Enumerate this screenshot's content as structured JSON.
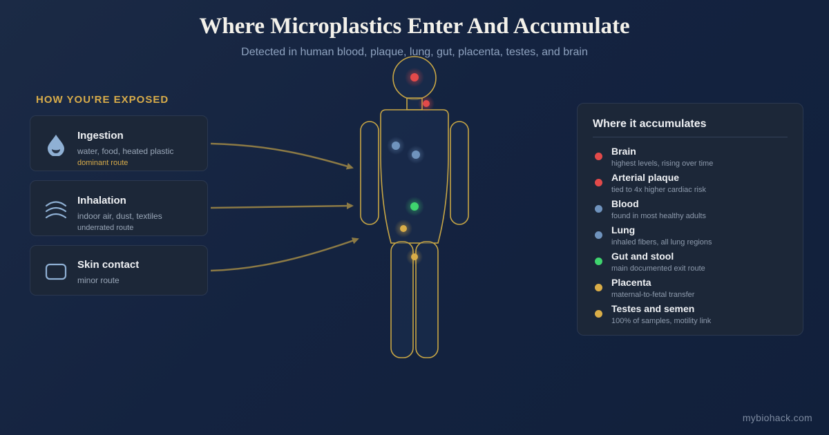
{
  "title": "Where Microplastics Enter And Accumulate",
  "subtitle": "Detected in human blood, plaque, lung, gut, placenta, testes, and brain",
  "exposure": {
    "heading": "HOW YOU'RE EXPOSED",
    "routes": [
      {
        "name": "Ingestion",
        "desc": "water, food, heated plastic",
        "note": "dominant route",
        "icon": "water-drop-icon"
      },
      {
        "name": "Inhalation",
        "desc": "indoor air, dust, textiles",
        "note": "underrated route",
        "icon": "air-waves-icon"
      },
      {
        "name": "Skin contact",
        "desc": "minor route",
        "icon": "skin-patch-icon"
      }
    ]
  },
  "accumulation": {
    "title": "Where it accumulates",
    "items": [
      {
        "name": "Brain",
        "desc": "highest levels, rising over time",
        "color": "#e24a4a"
      },
      {
        "name": "Arterial plaque",
        "desc": "tied to 4x higher cardiac risk",
        "color": "#e24a4a"
      },
      {
        "name": "Blood",
        "desc": "found in most healthy adults",
        "color": "#6f93bd"
      },
      {
        "name": "Lung",
        "desc": "inhaled fibers, all lung regions",
        "color": "#6f93bd"
      },
      {
        "name": "Gut and stool",
        "desc": "main documented exit route",
        "color": "#3fd46e"
      },
      {
        "name": "Placenta",
        "desc": "maternal-to-fetal transfer",
        "color": "#d9ad48"
      },
      {
        "name": "Testes and semen",
        "desc": "100% of samples, motility link",
        "color": "#d9ad48"
      }
    ]
  },
  "colors": {
    "accent_gold": "#d8ac4a",
    "body_outline": "#c9a745",
    "arrow": "#8c7a45"
  },
  "footer": "mybiohack.com"
}
